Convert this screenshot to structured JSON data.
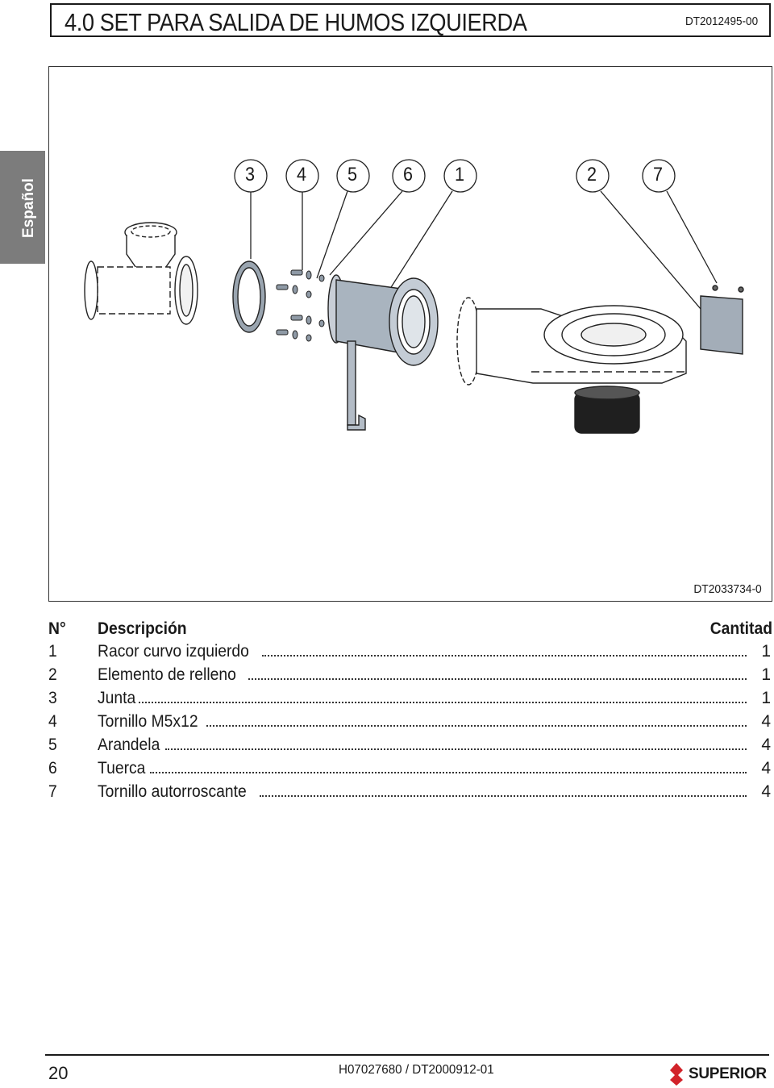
{
  "header": {
    "title": "4.0 SET PARA SALIDA DE HUMOS IZQUIERDA",
    "doc_code": "DT2012495-00"
  },
  "side_tab": {
    "language": "Español"
  },
  "drawing": {
    "code": "DT2033734-0",
    "callouts": [
      "3",
      "4",
      "5",
      "6",
      "1",
      "2",
      "7"
    ]
  },
  "table": {
    "headers": {
      "num": "N°",
      "desc": "Descripción",
      "qty": "Cantitad"
    },
    "rows": [
      {
        "num": "1",
        "desc": "Racor curvo izquierdo",
        "qty": "1"
      },
      {
        "num": "2",
        "desc": "Elemento de relleno",
        "qty": "1"
      },
      {
        "num": "3",
        "desc": "Junta",
        "qty": "1"
      },
      {
        "num": "4",
        "desc": "Tornillo M5x12",
        "qty": "4"
      },
      {
        "num": "5",
        "desc": "Arandela",
        "qty": "4"
      },
      {
        "num": "6",
        "desc": "Tuerca",
        "qty": "4"
      },
      {
        "num": "7",
        "desc": "Tornillo autorroscante",
        "qty": "4"
      }
    ]
  },
  "footer": {
    "page_number": "20",
    "code": "H07027680 / DT2000912-01",
    "brand": "SUPERIOR"
  },
  "colors": {
    "tab_gray": "#7c7c7c",
    "brand_red": "#d2232a"
  }
}
